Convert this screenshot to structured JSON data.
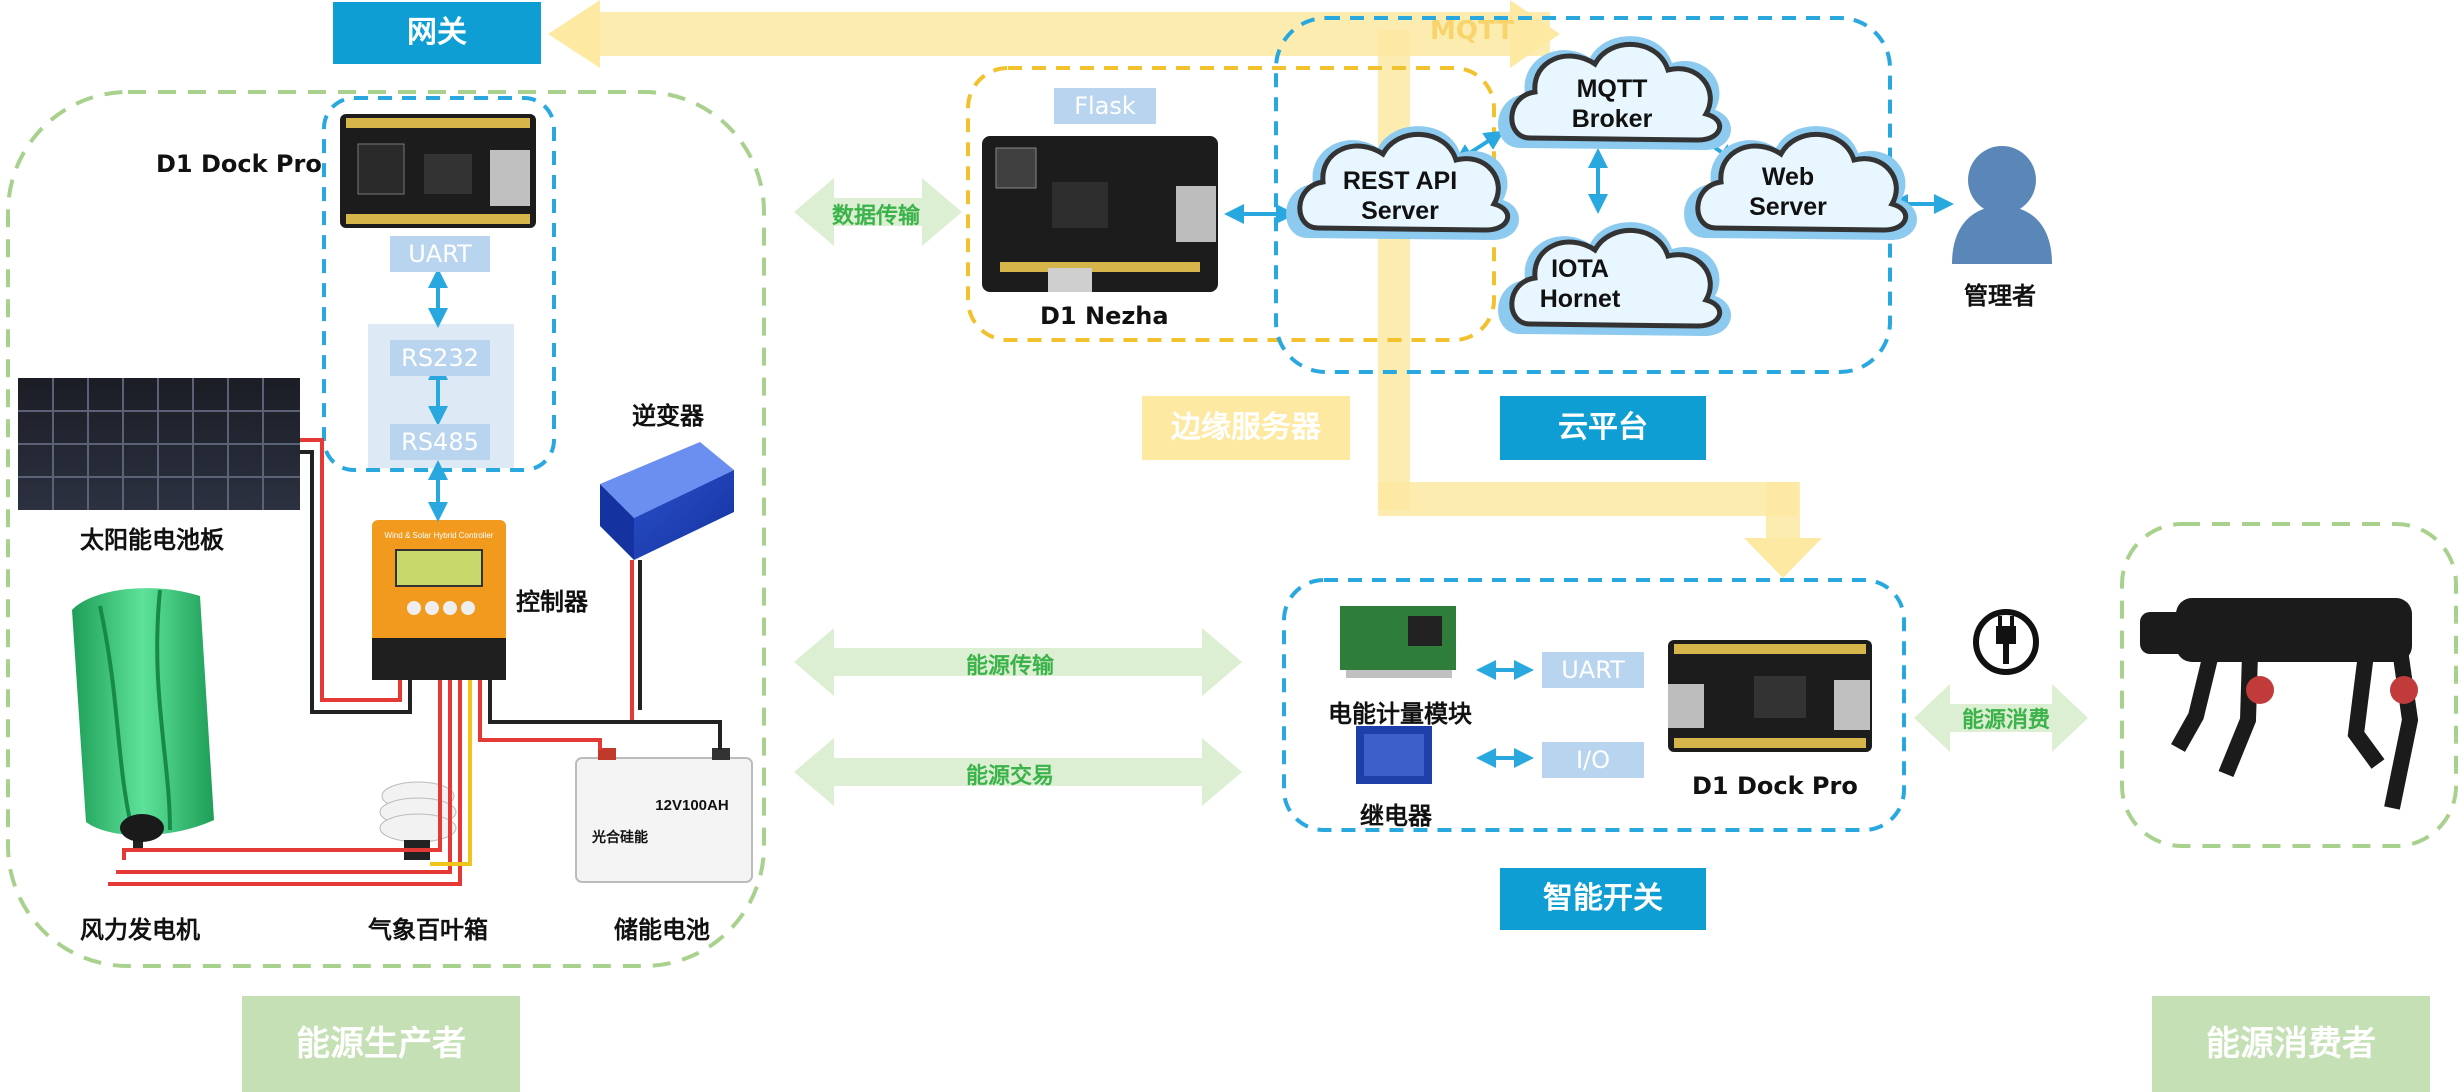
{
  "gateway": {
    "title": "网关",
    "board_label": "D1 Dock Pro",
    "uart": "UART",
    "rs232": "RS232",
    "rs485": "RS485"
  },
  "top_flow": {
    "mqtt_label": "MQTT"
  },
  "edge_server": {
    "title": "边缘服务器",
    "flask": "Flask",
    "board_label": "D1 Nezha"
  },
  "cloud": {
    "title": "云平台",
    "rest_api": [
      "REST API",
      "Server"
    ],
    "mqtt_broker": [
      "MQTT",
      "Broker"
    ],
    "iota_hornet": [
      "IOTA",
      "Hornet"
    ],
    "web_server": [
      "Web",
      "Server"
    ]
  },
  "admin": {
    "label": "管理者"
  },
  "producer": {
    "title": "能源生产者",
    "solar": "太阳能电池板",
    "controller": "控制器",
    "inverter": "逆变器",
    "wind": "风力发电机",
    "weather_box": "气象百叶箱",
    "battery": "储能电池",
    "controller_panel_text": "Wind & Solar Hybrid Controller",
    "battery_brand": "光合硅能",
    "battery_spec": "12V100AH"
  },
  "links": {
    "data_transfer": "数据传输",
    "energy_transfer": "能源传输",
    "energy_trade": "能源交易",
    "energy_consume": "能源消费"
  },
  "smart_switch": {
    "title": "智能开关",
    "meter_module": "电能计量模块",
    "relay": "继电器",
    "uart": "UART",
    "io": "I/O",
    "board_label": "D1 Dock Pro"
  },
  "consumer": {
    "title": "能源消费者"
  },
  "colors": {
    "blue": "#0e9ed3",
    "dash_blue": "#29a8e0",
    "dash_green": "#a9d18e",
    "dash_yellow": "#f2c12e",
    "flow_yellow": "#fde9a2",
    "arrow_green": "#dcefd2"
  }
}
